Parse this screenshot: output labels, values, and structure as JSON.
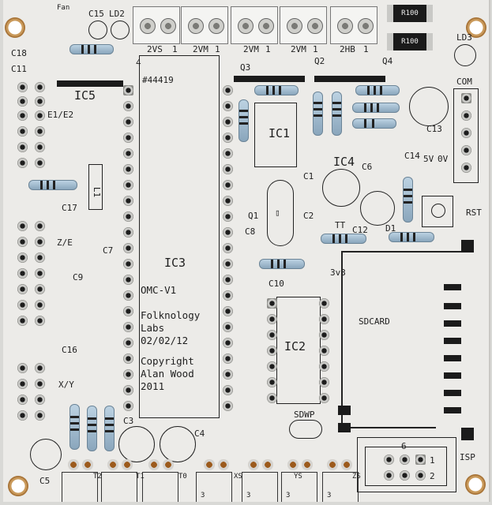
{
  "labels": {
    "ic1": "IC1",
    "ic2": "IC2",
    "ic3": "IC3",
    "ic4": "IC4",
    "ic5": "IC5",
    "part_no": "#44419",
    "omc": "OMC-V1",
    "folk1": "Folknology",
    "folk2": "Labs",
    "date": "02/02/12",
    "copy1": "Copyright",
    "copy2": "Alan Wood",
    "copy3": "2011",
    "sdcard": "SDCARD",
    "sdwp": "SDWP",
    "isp": "ISP",
    "isp_num": "6",
    "isp_1": "1",
    "isp_2": "2",
    "com": "COM",
    "rst": "RST",
    "v5": "5V",
    "v0": "0V",
    "v33": "3v3",
    "fan": "Fan",
    "e1e2": "E1/E2",
    "ze": "Z/E",
    "xy": "X/Y",
    "q1": "Q1",
    "q2": "Q2",
    "q3": "Q3",
    "q4": "Q4",
    "ld2": "LD2",
    "ld3": "LD3",
    "l1": "L1",
    "xtal": "▯",
    "c1": "C1",
    "c2": "C2",
    "c3": "C3",
    "c4": "C4",
    "c5": "C5",
    "c6": "C6",
    "c7": "C7",
    "c8": "C8",
    "c9": "C9",
    "c10": "C10",
    "c11": "C11",
    "c12": "C12",
    "c13": "C13",
    "c14": "C14",
    "c15": "C15",
    "c16": "C16",
    "c17": "C17",
    "c18": "C18",
    "d1": "D1",
    "tt": "TT",
    "r100a": "R100",
    "r100b": "R100",
    "term": [
      "2VS",
      "2VM",
      "2VM",
      "2VM",
      "2HB"
    ],
    "term_num": [
      "1",
      "1",
      "1",
      "1",
      "1"
    ],
    "num_4": "4",
    "bottom": [
      "T2",
      "T1",
      "T0",
      "XS",
      "YS",
      "ZS"
    ],
    "bottom_3": [
      "3",
      "3",
      "3",
      "3"
    ]
  }
}
